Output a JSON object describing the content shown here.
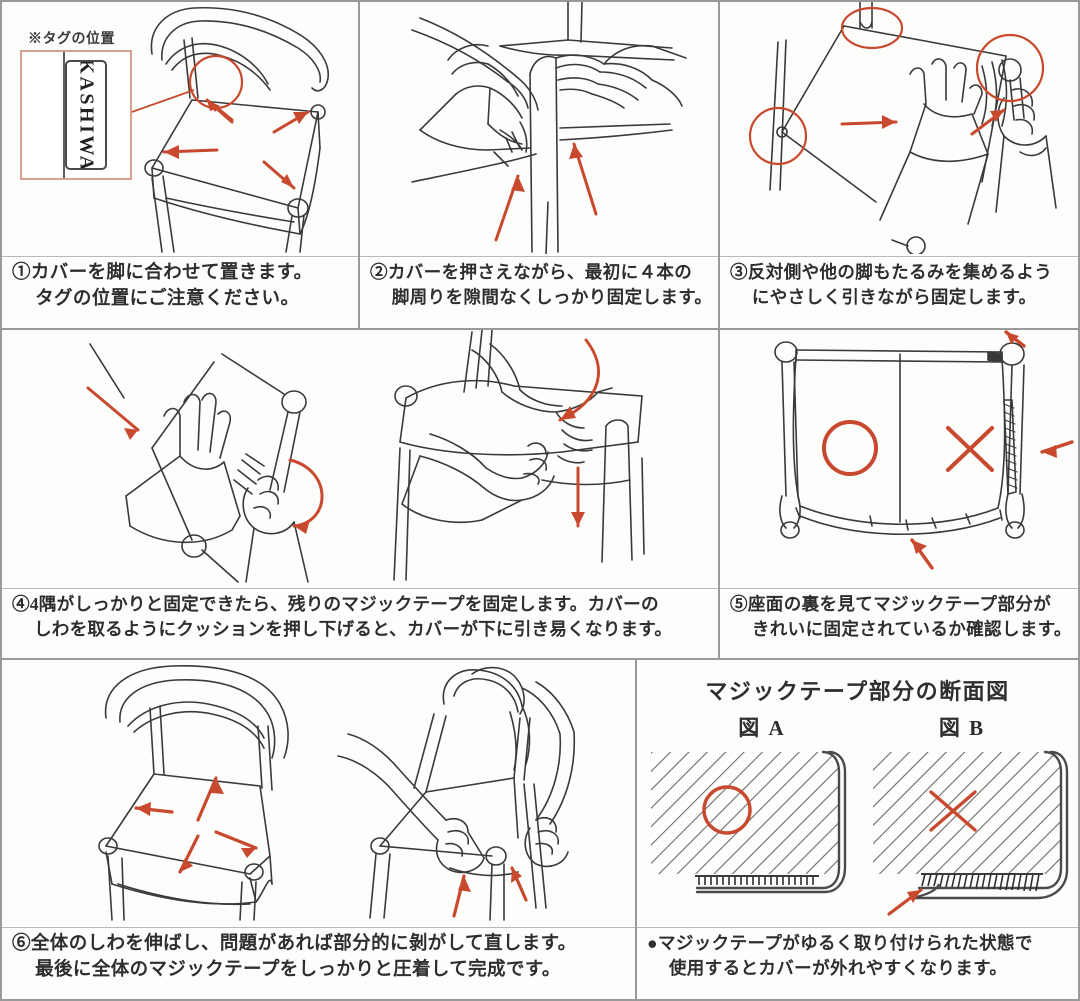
{
  "document": {
    "language": "ja",
    "accent_color": "#C8492E",
    "line_color": "#3a3a3a",
    "border_color": "#9a9a9a",
    "background_color": "#fdfdfc"
  },
  "panels": [
    {
      "id": 1,
      "number": "①",
      "caption_lines": [
        "①カバーを脚に合わせて置きます。",
        "タグの位置にご注意ください。"
      ],
      "callout": {
        "label": "※タグの位置",
        "tag_text": "KASHIWA"
      },
      "art_name": "chair-with-cover-placed-illustration"
    },
    {
      "id": 2,
      "number": "②",
      "caption_lines": [
        "②カバーを押さえながら、最初に４本の",
        "脚周りを隙間なくしっかり固定します。"
      ],
      "art_name": "hands-securing-around-leg-illustration"
    },
    {
      "id": 3,
      "number": "③",
      "caption_lines": [
        "③反対側や他の脚もたるみを集めるよう",
        "にやさしく引きながら固定します。"
      ],
      "art_name": "pulling-slack-toward-other-legs-illustration"
    },
    {
      "id": 4,
      "number": "④",
      "caption_lines": [
        "④4隅がしっかりと固定できたら、残りのマジックテープを固定します。カバーの",
        "しわを取るようにクッションを押し下げると、カバーが下に引き易くなります。"
      ],
      "art_name": "pressing-cushion-and-fixing-velcro-illustration"
    },
    {
      "id": 5,
      "number": "⑤",
      "caption_lines": [
        "⑤座面の裏を見てマジックテープ部分が",
        "きれいに固定されているか確認します。"
      ],
      "marks": {
        "good": "◯",
        "bad": "✕"
      },
      "art_name": "seat-underside-check-illustration"
    },
    {
      "id": 6,
      "number": "⑥",
      "caption_lines": [
        "⑥全体のしわを伸ばし、問題があれば部分的に剝がして直します。",
        "最後に全体のマジックテープをしっかりと圧着して完成です。"
      ],
      "art_name": "smoothing-wrinkles-and-pressing-illustration"
    }
  ],
  "cross_section": {
    "title": "マジックテープ部分の断面図",
    "figures": [
      {
        "label": "図 A",
        "mark": "◯",
        "art_name": "cross-section-correct-illustration"
      },
      {
        "label": "図 B",
        "mark": "✕",
        "art_name": "cross-section-loose-illustration"
      }
    ],
    "note_lines": [
      "●マジックテープがゆるく取り付けられた状態で",
      "使用するとカバーが外れやすくなります。"
    ]
  }
}
